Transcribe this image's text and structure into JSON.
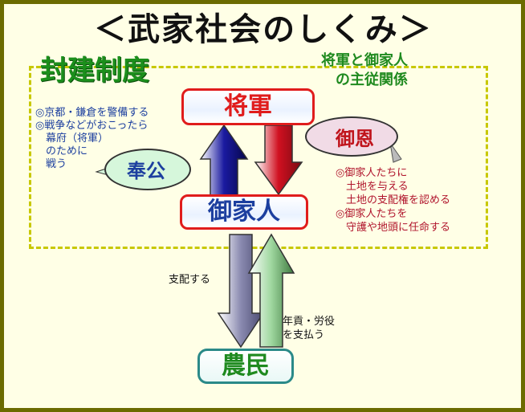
{
  "title": "＜武家社会のしくみ＞",
  "section_title": "封建制度",
  "relation_title": [
    "将軍と御家人",
    "の主従関係"
  ],
  "nodes": {
    "shogun": "将軍",
    "gokenin": "御家人",
    "nomin": "農民"
  },
  "bubbles": {
    "hoko": "奉公",
    "goon": "御恩"
  },
  "hoko_text": [
    "◎京都・鎌倉を警備する",
    "◎戦争などがおこったら",
    "　幕府（将軍）",
    "　のために",
    "　戦う"
  ],
  "goon_text": [
    "◎御家人たちに",
    "　土地を与える",
    "　土地の支配権を認める",
    "◎御家人たちを",
    "　守護や地頭に任命する"
  ],
  "labels": {
    "shihai": "支配する",
    "nengu": [
      "年貢・労役",
      "を支払う"
    ]
  }
}
